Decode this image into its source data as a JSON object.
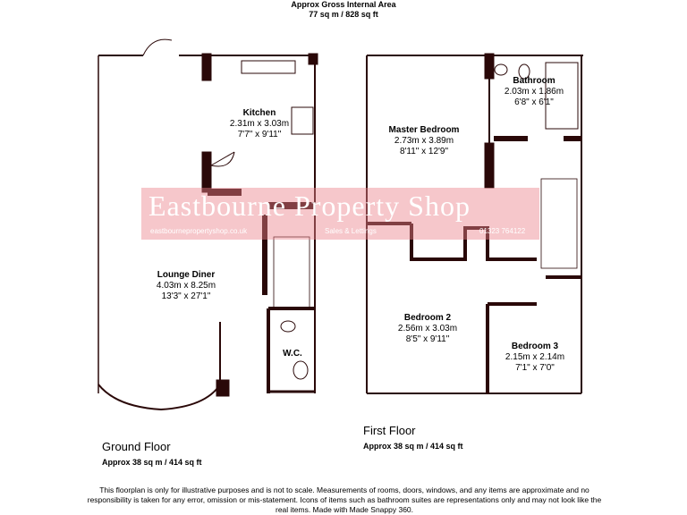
{
  "header": {
    "title": "Approx Gross Internal Area",
    "area": "77 sq m / 828 sq ft"
  },
  "ground_floor": {
    "label": "Ground Floor",
    "area": "Approx 38 sq m / 414 sq ft",
    "rooms": [
      {
        "name": "Kitchen",
        "metric": "2.31m x 3.03m",
        "imperial": "7'7\" x 9'11\""
      },
      {
        "name": "Lounge Diner",
        "metric": "4.03m x 8.25m",
        "imperial": "13'3\" x 27'1\""
      },
      {
        "name": "W.C.",
        "metric": "",
        "imperial": ""
      }
    ]
  },
  "first_floor": {
    "label": "First Floor",
    "area": "Approx 38 sq m / 414 sq ft",
    "rooms": [
      {
        "name": "Master Bedroom",
        "metric": "2.73m x 3.89m",
        "imperial": "8'11\" x 12'9\""
      },
      {
        "name": "Bathroom",
        "metric": "2.03m x 1.86m",
        "imperial": "6'8\" x 6'1\""
      },
      {
        "name": "Bedroom 2",
        "metric": "2.56m x 3.03m",
        "imperial": "8'5\" x 9'11\""
      },
      {
        "name": "Bedroom 3",
        "metric": "2.15m x 2.14m",
        "imperial": "7'1\" x 7'0\""
      }
    ]
  },
  "watermark": {
    "name": "Eastbourne Property Shop",
    "website": "eastbournepropertyshop.co.uk",
    "tagline": "Sales & Lettings",
    "phone": "01323 764122",
    "color": "#eb828c"
  },
  "disclaimer": "This floorplan is only for illustrative purposes and is not to scale. Measurements of rooms, doors, windows, and any items are approximate and no responsibility is taken for any error, omission or mis-statement. Icons of items such as bathroom suites are representations only and may not look like the real items. Made with Made Snappy 360.",
  "colors": {
    "wall": "#2a0808"
  }
}
